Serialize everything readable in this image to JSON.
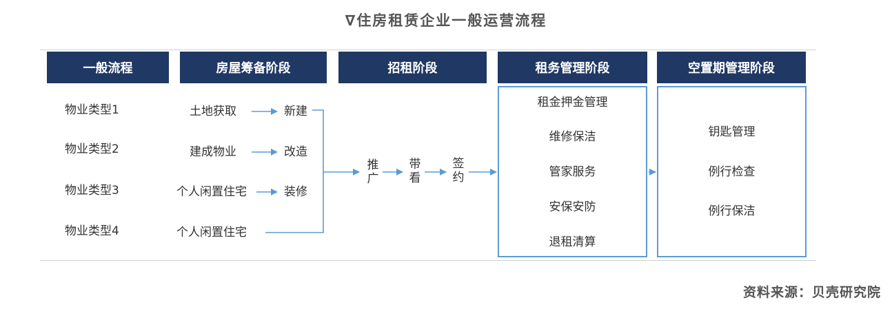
{
  "title": "∇住房租赁企业一般运营流程",
  "source": "资料来源：贝壳研究院",
  "headers": [
    "一般流程",
    "房屋筹备阶段",
    "招租阶段",
    "租务管理阶段",
    "空置期管理阶段"
  ],
  "property_types": [
    "物业类型1",
    "物业类型2",
    "物业类型3",
    "物业类型4"
  ],
  "preparation": {
    "sources": [
      "土地获取",
      "建成物业",
      "个人闲置住宅",
      "个人闲置住宅"
    ],
    "results": [
      "新建",
      "改造",
      "装修"
    ]
  },
  "leasing_steps": [
    "推广",
    "带看",
    "签约"
  ],
  "rental_management": [
    "租金押金管理",
    "维修保洁",
    "管家服务",
    "安保安防",
    "退租清算"
  ],
  "vacancy_management": [
    "钥匙管理",
    "例行检查",
    "例行保洁"
  ],
  "colors": {
    "header": "#1f3864",
    "arrow": "#5b9bd5",
    "text": "#333333"
  }
}
